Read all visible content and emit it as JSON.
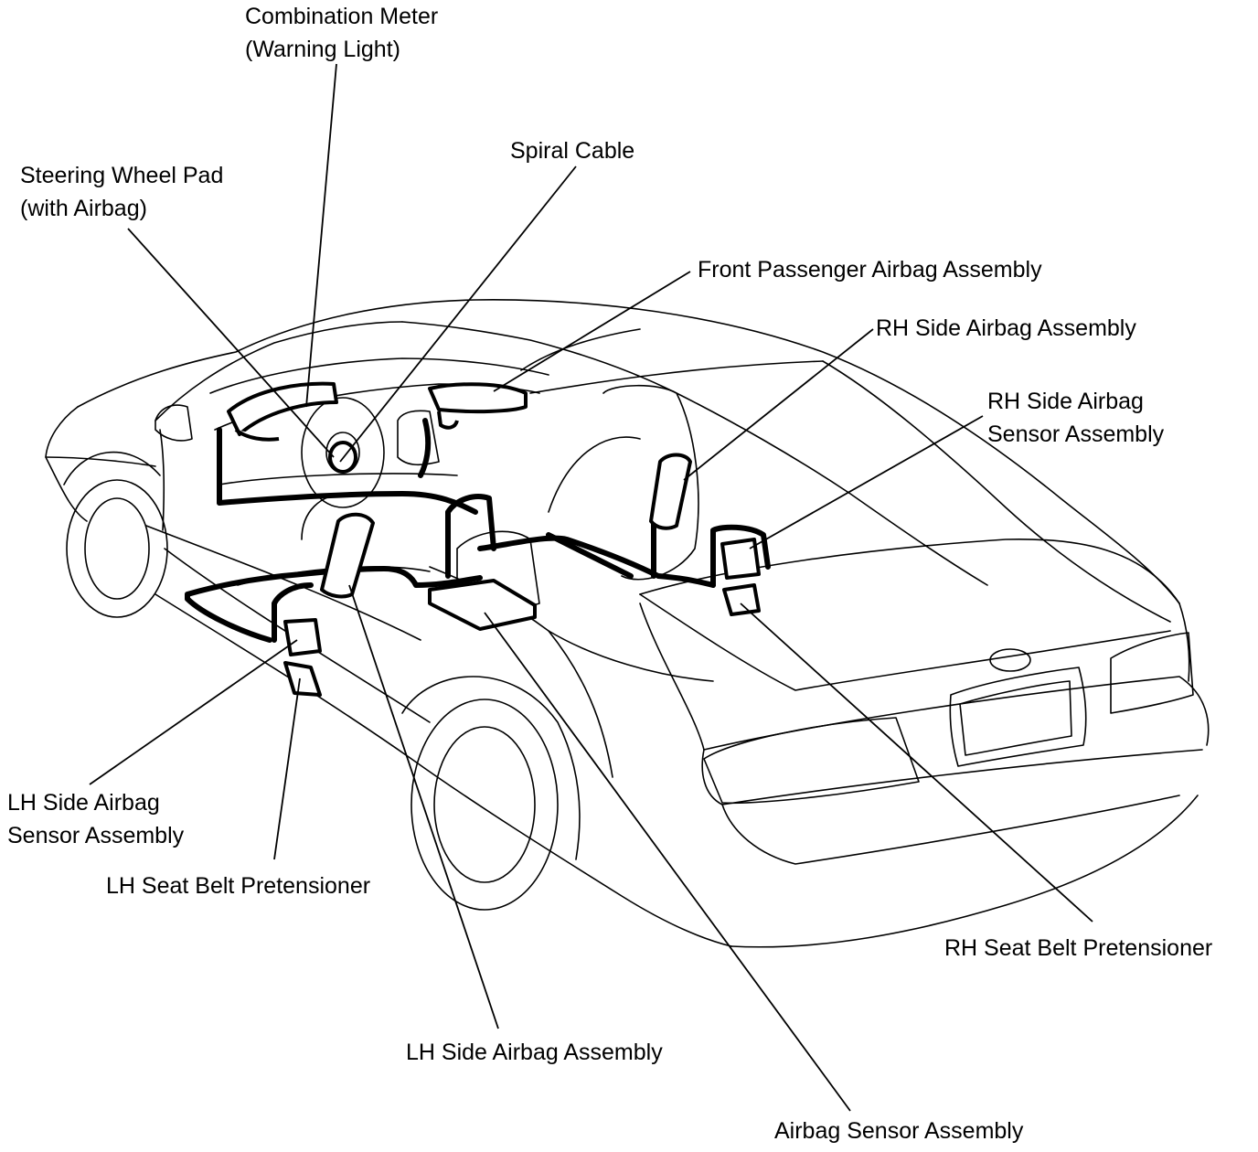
{
  "labels": {
    "combination_meter": [
      "Combination Meter",
      "(Warning Light)"
    ],
    "spiral_cable": "Spiral Cable",
    "steering_wheel_pad": [
      "Steering Wheel Pad",
      "(with Airbag)"
    ],
    "front_passenger_airbag": "Front Passenger Airbag Assembly",
    "rh_side_airbag": "RH Side Airbag Assembly",
    "rh_side_airbag_sensor": [
      "RH Side Airbag",
      "Sensor Assembly"
    ],
    "lh_side_airbag_sensor": [
      "LH Side Airbag",
      "Sensor Assembly"
    ],
    "lh_seat_belt_pretensioner": "LH Seat Belt Pretensioner",
    "rh_seat_belt_pretensioner": "RH Seat Belt Pretensioner",
    "lh_side_airbag": "LH Side Airbag Assembly",
    "airbag_sensor_assembly": "Airbag Sensor Assembly"
  }
}
